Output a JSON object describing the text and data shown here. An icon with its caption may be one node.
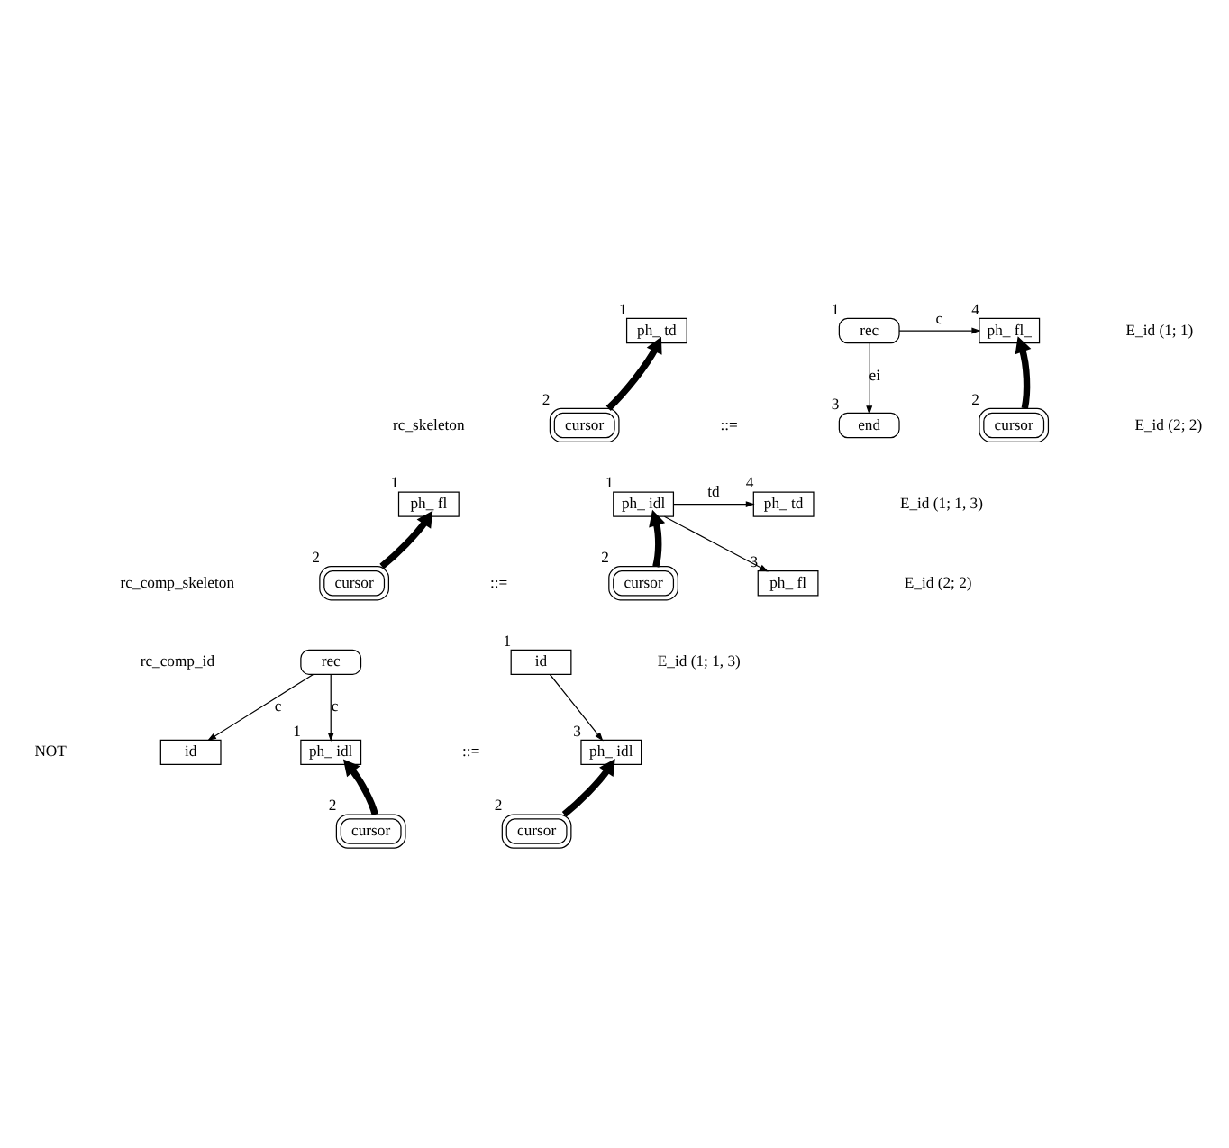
{
  "diagram": {
    "nodes": [
      {
        "text": [
          "ph_ td"
        ],
        "beside": [
          "1"
        ]
      },
      {
        "text": [
          "cursor"
        ],
        "beside": [
          "2"
        ]
      },
      {
        "text": [
          "rec"
        ],
        "beside": [
          "1"
        ]
      },
      {
        "text": [
          "end"
        ],
        "beside": [
          "3"
        ]
      },
      {
        "text": [
          "ph_ fl_"
        ],
        "beside": [
          "4"
        ]
      },
      {
        "text": [
          "cursor"
        ],
        "beside": [
          "2"
        ]
      },
      {
        "text": [
          "ph_ fl"
        ],
        "beside": [
          "1"
        ]
      },
      {
        "text": [
          "cursor"
        ],
        "beside": [
          "2"
        ]
      },
      {
        "text": [
          "ph_ idl"
        ],
        "beside": [
          "1"
        ]
      },
      {
        "text": [
          "ph_ td"
        ],
        "beside": [
          "4"
        ]
      },
      {
        "text": [
          "ph_ fl"
        ],
        "beside": [
          "3"
        ]
      },
      {
        "text": [
          "cursor"
        ],
        "beside": [
          "2"
        ]
      },
      {
        "text": [
          "rec"
        ]
      },
      {
        "text": [
          "id"
        ]
      },
      {
        "text": [
          "ph_ idl"
        ],
        "beside": [
          "1"
        ]
      },
      {
        "text": [
          "cursor"
        ],
        "beside": [
          "2"
        ]
      },
      {
        "text": [
          "id"
        ],
        "beside": [
          "1"
        ]
      },
      {
        "text": [
          "ph_ idl"
        ],
        "beside": [
          "3"
        ]
      },
      {
        "text": [
          "cursor"
        ],
        "beside": [
          "2"
        ]
      }
    ],
    "edges": [
      {
        "from": 1,
        "to": 0,
        "arrow": "to",
        "style": "thick"
      },
      {
        "from": 2,
        "to": 4,
        "arrow": "to",
        "label": "c"
      },
      {
        "from": 2,
        "to": 3,
        "arrow": "to",
        "label": "ei"
      },
      {
        "from": 5,
        "to": 4,
        "arrow": "to",
        "style": "thick"
      },
      {
        "from": 7,
        "to": 6,
        "arrow": "to",
        "style": "thick"
      },
      {
        "from": 8,
        "to": 9,
        "arrow": "to",
        "label": "td"
      },
      {
        "from": 8,
        "to": 10,
        "arrow": "to"
      },
      {
        "from": 11,
        "to": 8,
        "arrow": "to",
        "style": "thick"
      },
      {
        "from": 12,
        "to": 13,
        "arrow": "to",
        "label": "c"
      },
      {
        "from": 12,
        "to": 14,
        "arrow": "to",
        "label": "c"
      },
      {
        "from": 15,
        "to": 14,
        "arrow": "to",
        "style": "thick"
      },
      {
        "from": 16,
        "to": 17,
        "arrow": "to"
      },
      {
        "from": 18,
        "to": 17,
        "arrow": "to",
        "style": "thick"
      }
    ],
    "labels": [
      "rc_skeleton",
      "::=",
      "E_id (1; 1)",
      "E_id (2; 2)",
      "rc_comp_skeleton",
      "::=",
      "E_id (1; 1, 3)",
      "E_id (2; 2)",
      "rc_comp_id",
      "NOT",
      "::=",
      "E_id (1; 1, 3)"
    ]
  }
}
